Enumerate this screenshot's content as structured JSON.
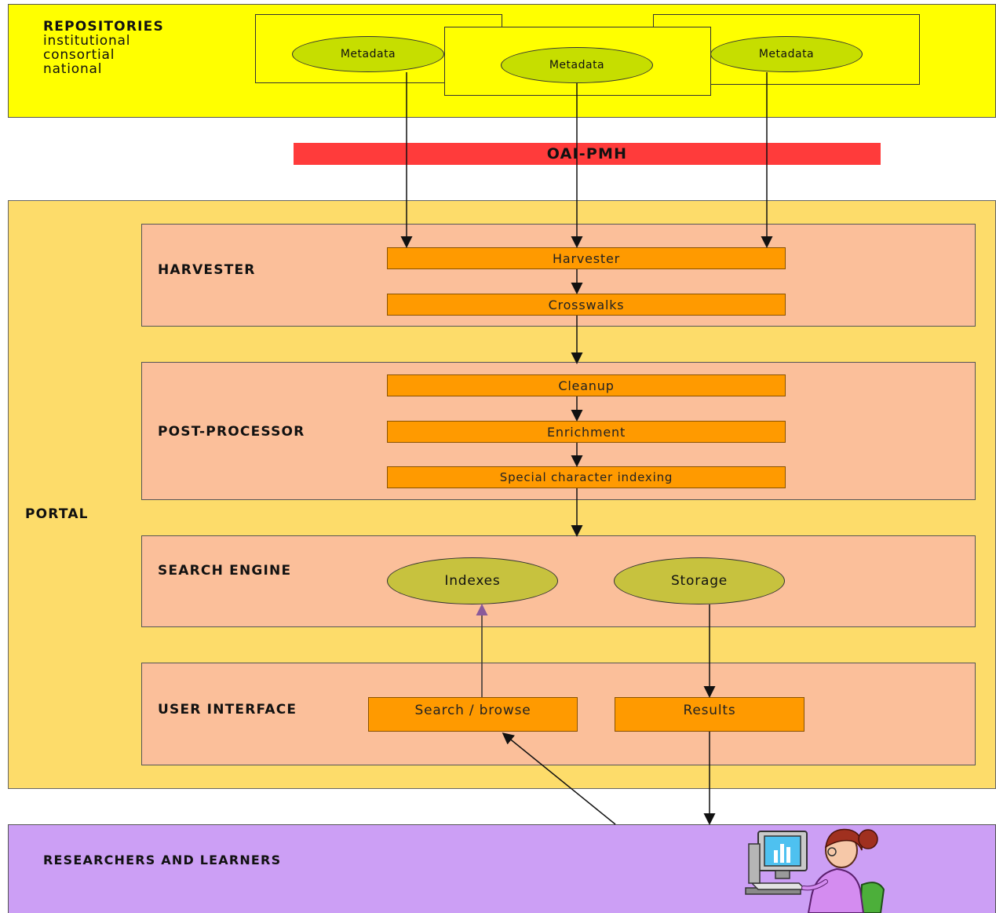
{
  "repositories": {
    "title": "REPOSITORIES",
    "lines": [
      "institutional",
      "consortial",
      "national"
    ],
    "metadata_labels": [
      "Metadata",
      "Metadata",
      "Metadata"
    ]
  },
  "protocol": {
    "label": "OAI-PMH"
  },
  "portal": {
    "title": "PORTAL",
    "harvester": {
      "title": "HARVESTER",
      "steps": [
        "Harvester",
        "Crosswalks"
      ]
    },
    "post_processor": {
      "title": "POST-PROCESSOR",
      "steps": [
        "Cleanup",
        "Enrichment",
        "Special character indexing"
      ]
    },
    "search_engine": {
      "title": "SEARCH ENGINE",
      "indexes": "Indexes",
      "storage": "Storage"
    },
    "user_interface": {
      "title": "USER INTERFACE",
      "search": "Search / browse",
      "results": "Results"
    }
  },
  "users": {
    "title": "RESEARCHERS AND LEARNERS",
    "icon": "person-at-computer-icon"
  },
  "colors": {
    "repositories_bg": "#ffff00",
    "protocol_bar": "#ff3b3b",
    "portal_bg": "#fddc6a",
    "stage_bg": "#fbbf9a",
    "process_box": "#ff9a00",
    "metadata_ellipse": "#c6de00",
    "search_ellipse": "#c7c23e",
    "users_bg": "#cc9ff5"
  }
}
